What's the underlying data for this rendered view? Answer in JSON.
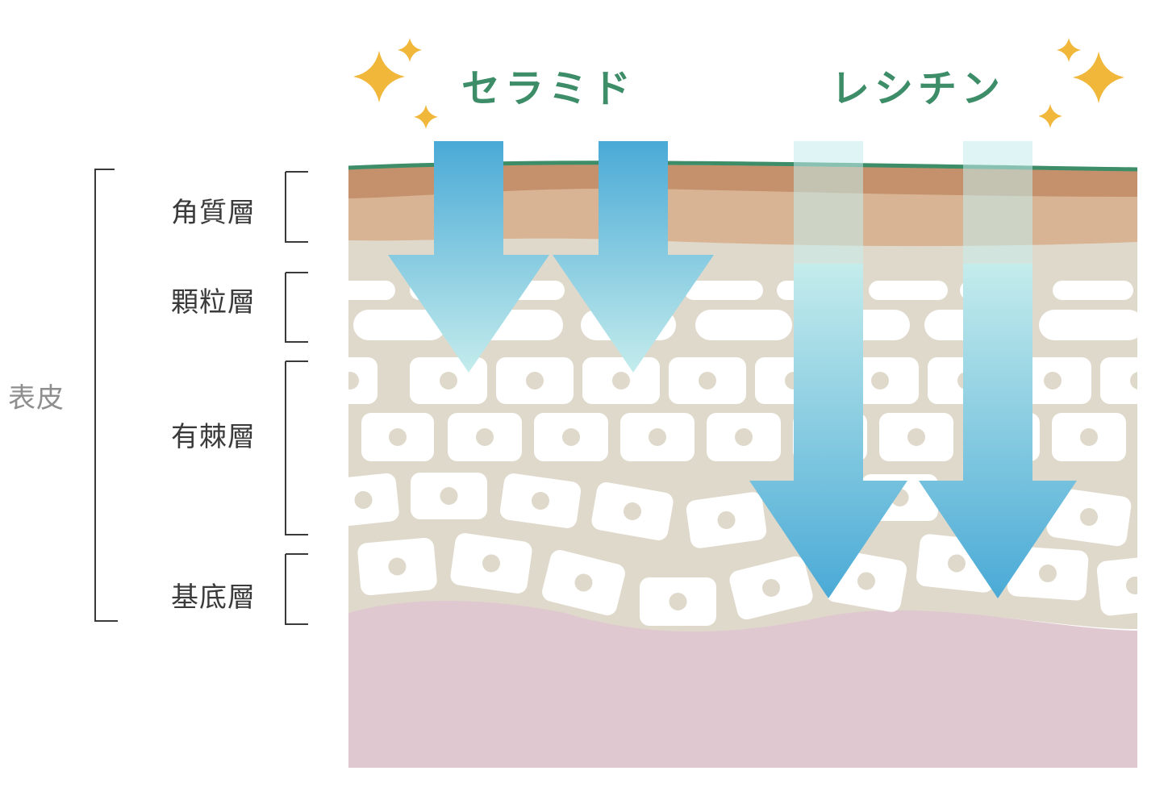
{
  "labels": {
    "epidermis": "表皮",
    "layers": [
      "角質層",
      "顆粒層",
      "有棘層",
      "基底層"
    ]
  },
  "ingredients": {
    "ceramide": "セラミド",
    "lecithin": "レシチン"
  },
  "colors": {
    "title_green": "#3e8d69",
    "surface_line": "#3e8d69",
    "stratum_corneum_dark": "#c4916c",
    "stratum_corneum_light": "#d8b494",
    "cell_layer_bg": "#dfd9cb",
    "cell_fill": "#ffffff",
    "nucleus": "#dfd9cb",
    "dermis": "#e0c8d0",
    "arrow_blue": "#4aaad6",
    "arrow_pale": "#c4ecec",
    "sparkle": "#f0b73a",
    "bracket": "#3a3a3a"
  },
  "icons": [
    "sparkle-icon"
  ]
}
